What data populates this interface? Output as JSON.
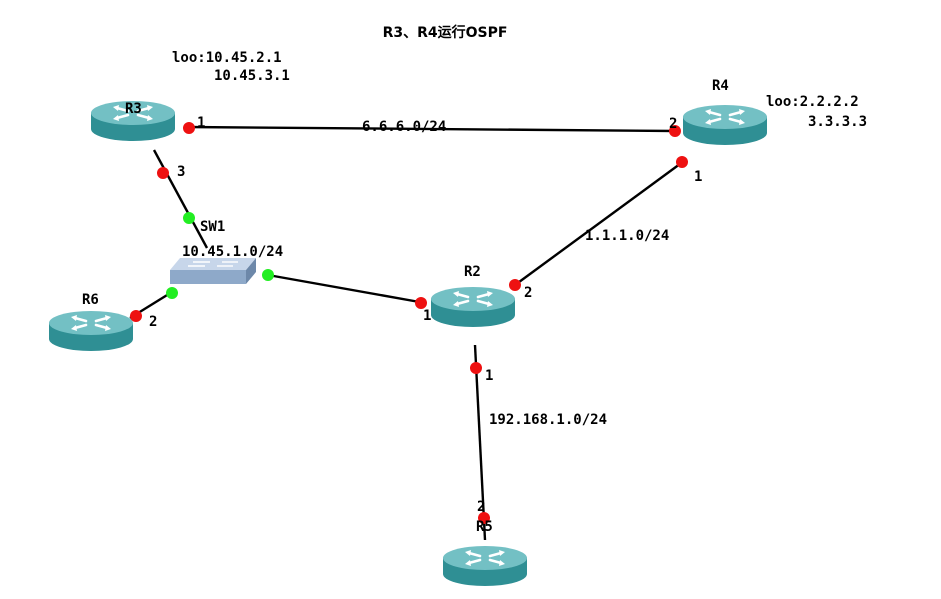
{
  "title": "R3、R4运行OSPF",
  "colors": {
    "port_down": "#ee1111",
    "port_up": "#22ee22",
    "router_body": "#2f8f94",
    "router_top": "#73c0c4",
    "switch_body": "#8ea9c9"
  },
  "devices": [
    {
      "id": "R3",
      "label": "R3",
      "type": "router",
      "icon": "router-icon"
    },
    {
      "id": "R4",
      "label": "R4",
      "type": "router",
      "icon": "router-icon"
    },
    {
      "id": "R2",
      "label": "R2",
      "type": "router",
      "icon": "router-icon"
    },
    {
      "id": "R5",
      "label": "R5",
      "type": "router",
      "icon": "router-icon"
    },
    {
      "id": "R6",
      "label": "R6",
      "type": "router",
      "icon": "router-icon"
    },
    {
      "id": "SW1",
      "label": "SW1",
      "type": "switch",
      "icon": "switch-icon"
    }
  ],
  "loopbacks": {
    "r3": [
      "loo:10.45.2.1",
      "10.45.3.1"
    ],
    "r4": [
      "loo:2.2.2.2",
      "3.3.3.3"
    ]
  },
  "networks": {
    "r3_r4": "6.6.6.0/24",
    "r2_r4": "1.1.1.0/24",
    "sw1": "10.45.1.0/24",
    "r2_r5": "192.168.1.0/24"
  },
  "ports": {
    "r3_to_r4": "1",
    "r4_to_r3": "2",
    "r4_to_r2": "1",
    "r2_to_r4": "2",
    "r3_to_sw": "3",
    "r6_to_sw": "2",
    "r2_to_sw": "1",
    "r2_to_r5": "1",
    "r5_to_r2": "2"
  }
}
